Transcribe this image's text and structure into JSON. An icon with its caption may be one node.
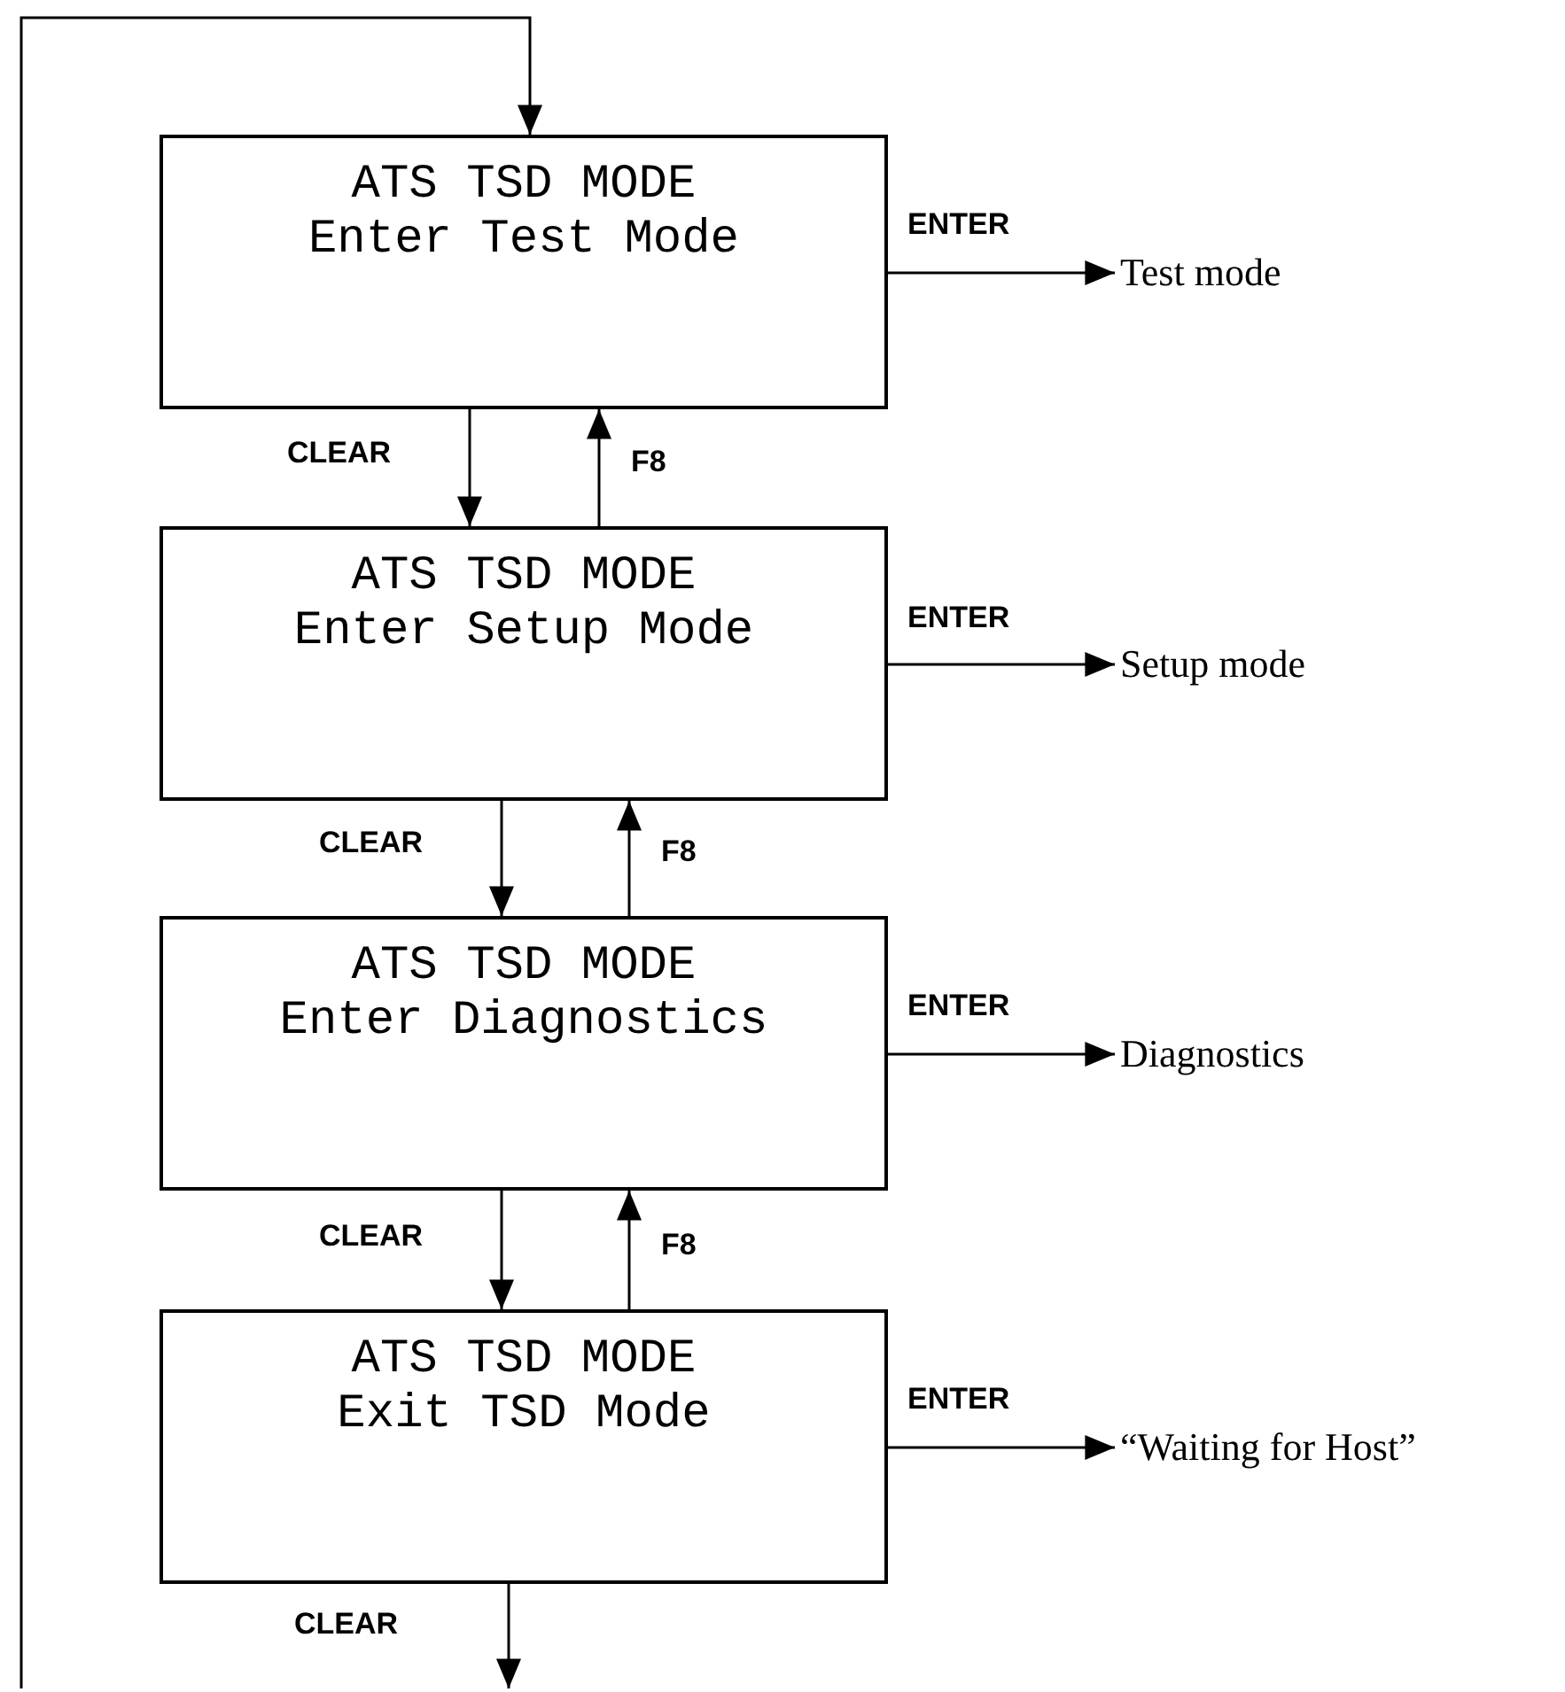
{
  "diagram": {
    "nodes": [
      {
        "text": [
          "ATS TSD MODE",
          "Enter Test Mode"
        ]
      },
      {
        "text": [
          "ATS TSD MODE",
          "Enter Setup Mode"
        ]
      },
      {
        "text": [
          "ATS TSD MODE",
          "Enter Diagnostics"
        ]
      },
      {
        "text": [
          "ATS TSD MODE",
          "Exit TSD Mode"
        ]
      },
      {
        "text": [
          "Test mode"
        ]
      },
      {
        "text": [
          "Setup mode"
        ]
      },
      {
        "text": [
          "Diagnostics"
        ]
      },
      {
        "text": [
          "“Waiting for Host”"
        ]
      }
    ],
    "edges": [
      {
        "from": 0,
        "to": 4,
        "arrow": "to",
        "label": "ENTER"
      },
      {
        "from": 0,
        "to": 1,
        "arrow": "to",
        "label": "CLEAR"
      },
      {
        "from": 1,
        "to": 0,
        "arrow": "to",
        "label": "F8"
      },
      {
        "from": 1,
        "to": 5,
        "arrow": "to",
        "label": "ENTER"
      },
      {
        "from": 1,
        "to": 2,
        "arrow": "to",
        "label": "CLEAR"
      },
      {
        "from": 2,
        "to": 1,
        "arrow": "to",
        "label": "F8"
      },
      {
        "from": 2,
        "to": 6,
        "arrow": "to",
        "label": "ENTER"
      },
      {
        "from": 2,
        "to": 3,
        "arrow": "to",
        "label": "CLEAR"
      },
      {
        "from": 3,
        "to": 2,
        "arrow": "to",
        "label": "F8"
      },
      {
        "from": 3,
        "to": 7,
        "arrow": "to",
        "label": "ENTER"
      },
      {
        "from": 3,
        "to": null,
        "arrow": "to",
        "label": "CLEAR"
      },
      {
        "from": null,
        "to": 0,
        "arrow": "to"
      }
    ]
  }
}
